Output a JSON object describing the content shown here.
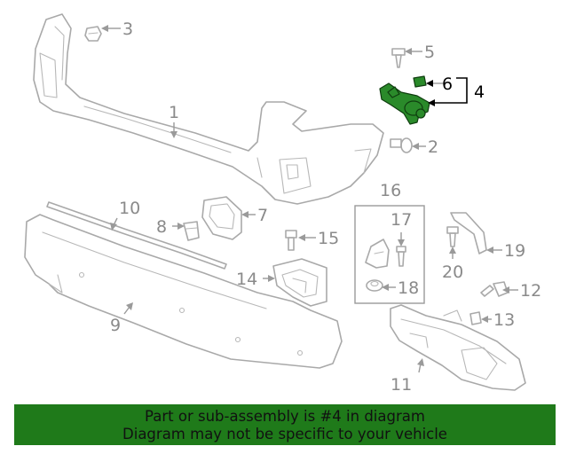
{
  "callouts": [
    {
      "id": "1",
      "text": "1"
    },
    {
      "id": "2",
      "text": "2"
    },
    {
      "id": "3",
      "text": "3"
    },
    {
      "id": "4",
      "text": "4"
    },
    {
      "id": "5",
      "text": "5"
    },
    {
      "id": "6",
      "text": "6"
    },
    {
      "id": "7",
      "text": "7"
    },
    {
      "id": "8",
      "text": "8"
    },
    {
      "id": "9",
      "text": "9"
    },
    {
      "id": "10",
      "text": "10"
    },
    {
      "id": "11",
      "text": "11"
    },
    {
      "id": "12",
      "text": "12"
    },
    {
      "id": "13",
      "text": "13"
    },
    {
      "id": "14",
      "text": "14"
    },
    {
      "id": "15",
      "text": "15"
    },
    {
      "id": "16",
      "text": "16"
    },
    {
      "id": "17",
      "text": "17"
    },
    {
      "id": "18",
      "text": "18"
    },
    {
      "id": "19",
      "text": "19"
    },
    {
      "id": "20",
      "text": "20"
    }
  ],
  "highlighted_part": "4",
  "colors": {
    "highlight_part": "#2a8a2a",
    "banner_background": "#1f7a1a",
    "line_art": "#a9a9a9",
    "callout_text": "#8a8a8a"
  },
  "banner": {
    "line1": "Part or sub-assembly is #4 in diagram",
    "line2": "Diagram may not be specific to your vehicle"
  }
}
